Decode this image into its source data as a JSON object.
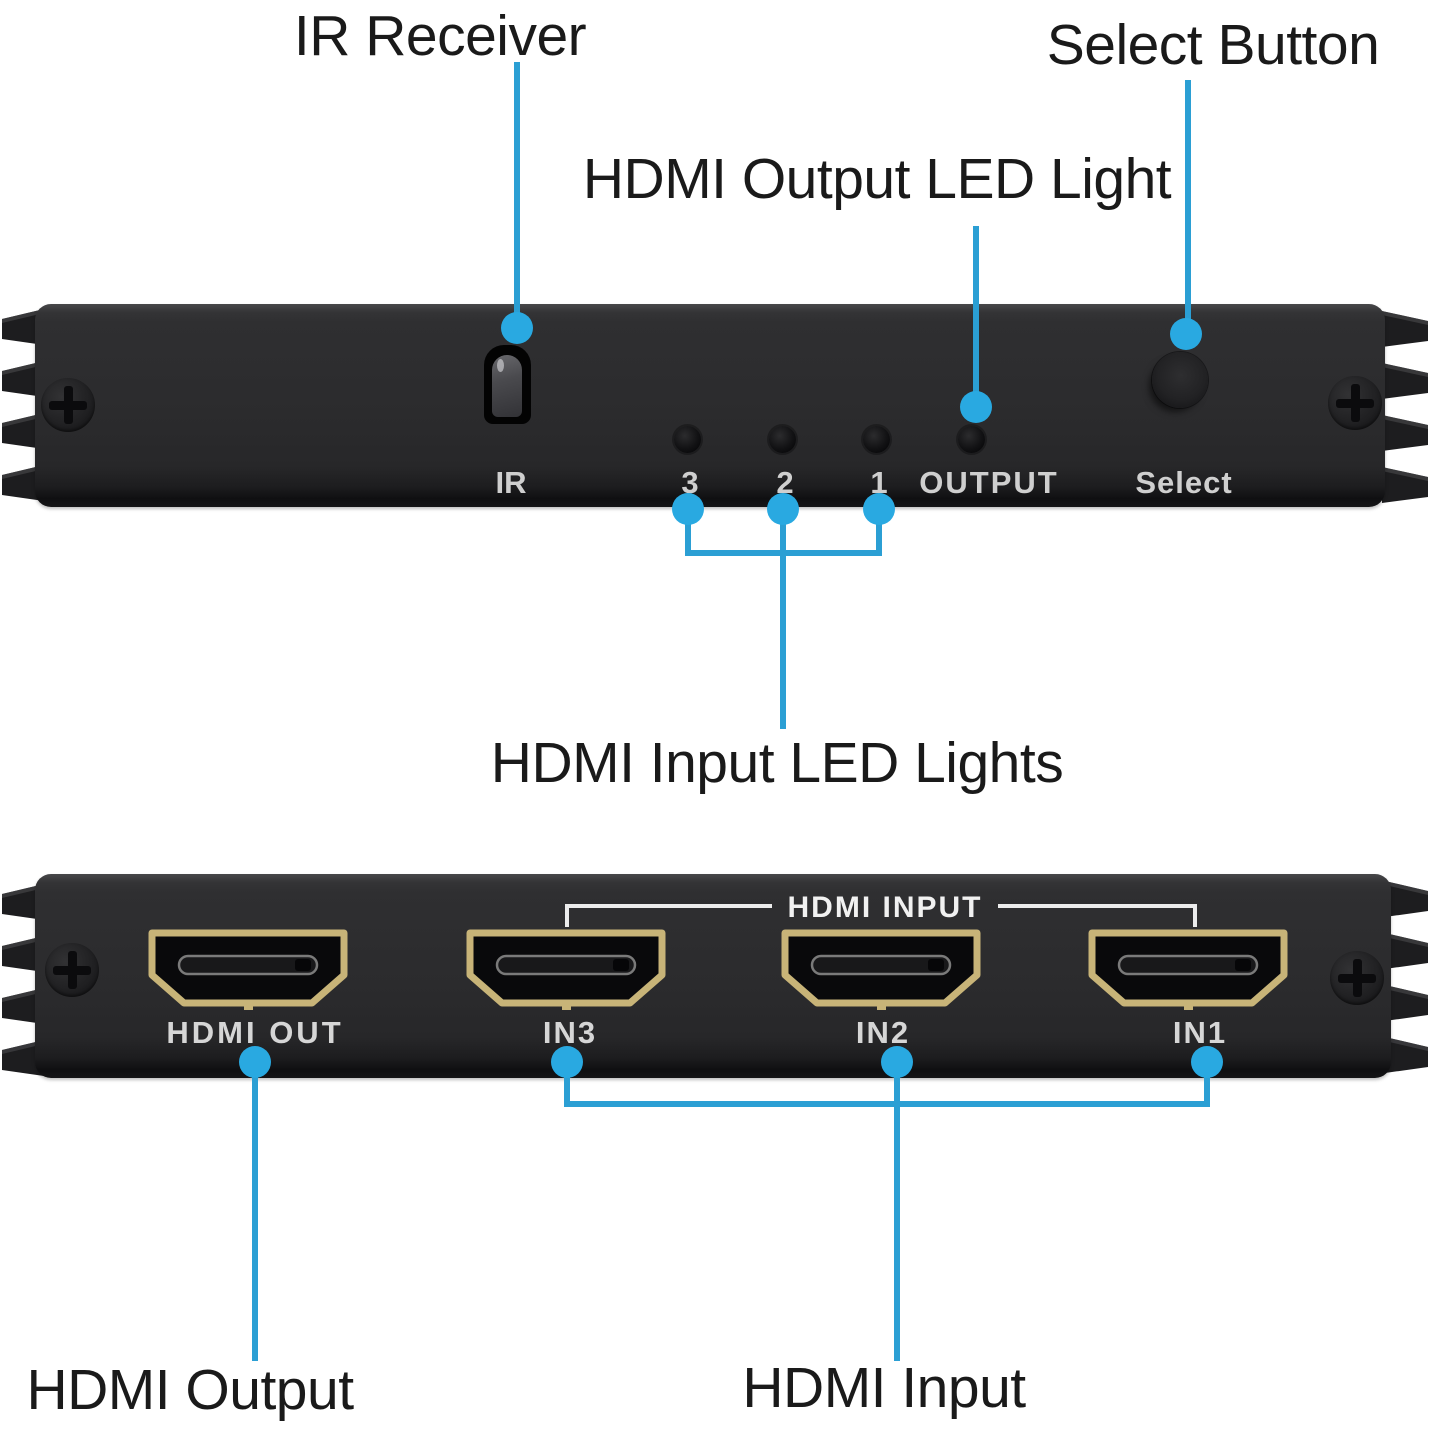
{
  "image_type": "annotated product diagram of a 3x1 HDMI switch (front and rear views)",
  "colors": {
    "background": "#ffffff",
    "accent_blue_dot": "#29a9e1",
    "accent_blue_line": "#2b9fd4",
    "panel_dark": "#2b2b2d",
    "hdmi_gold": "#c8b478",
    "panel_text": "#cfcfcf",
    "bracket_white": "#ececec",
    "callout_text": "#1a1a1a"
  },
  "callouts": {
    "ir_receiver": "IR Receiver",
    "select_button": "Select Button",
    "hdmi_output_led": "HDMI Output LED Light",
    "hdmi_input_leds": "HDMI Input LED Lights",
    "hdmi_output": "HDMI Output",
    "hdmi_input": "HDMI Input"
  },
  "front_panel": {
    "ir_label": "IR",
    "led3_label": "3",
    "led2_label": "2",
    "led1_label": "1",
    "output_label": "OUTPUT",
    "select_label": "Select"
  },
  "back_panel": {
    "input_group_label": "HDMI INPUT",
    "hdmi_out_label": "HDMI OUT",
    "in3_label": "IN3",
    "in2_label": "IN2",
    "in1_label": "IN1"
  }
}
